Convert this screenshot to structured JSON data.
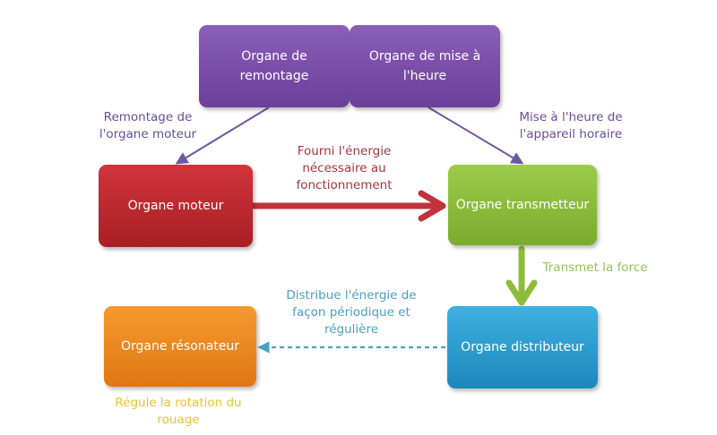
{
  "colors": {
    "purple": "#7b4ea8",
    "red": "#c0262c",
    "green": "#8cbc3a",
    "blue": "#2a9fd3",
    "orange": "#f08a1f",
    "arrow_purple": "#6e56a5",
    "arrow_red": "#c0323c",
    "arrow_green": "#8cbc3a",
    "arrow_blue": "#4d9fc6",
    "label_purple": "#6b4e95",
    "label_red": "#a8333c",
    "label_green": "#95c055",
    "label_blue": "#4a9ec9",
    "label_yellow": "#e8c233"
  },
  "nodes": {
    "remontage": {
      "label": "Organe de remontage"
    },
    "mise_heure": {
      "label": "Organe de mise à l'heure"
    },
    "moteur": {
      "label": "Organe moteur"
    },
    "transmetteur": {
      "label": "Organe transmetteur"
    },
    "distributeur": {
      "label": "Organe distributeur"
    },
    "resonateur": {
      "label": "Organe résonateur"
    }
  },
  "edges": {
    "remontage_moteur": "Remontage de l'organe moteur",
    "mise_heure_transmetteur": "Mise à l'heure de l'appareil horaire",
    "moteur_transmetteur": "Fourni l'énergie nécessaire au fonctionnement",
    "transmetteur_distributeur": "Transmet la force",
    "distributeur_resonateur": "Distribue l'énergie de façon périodique et régulière",
    "resonateur_note": "Régule la rotation du rouage"
  }
}
